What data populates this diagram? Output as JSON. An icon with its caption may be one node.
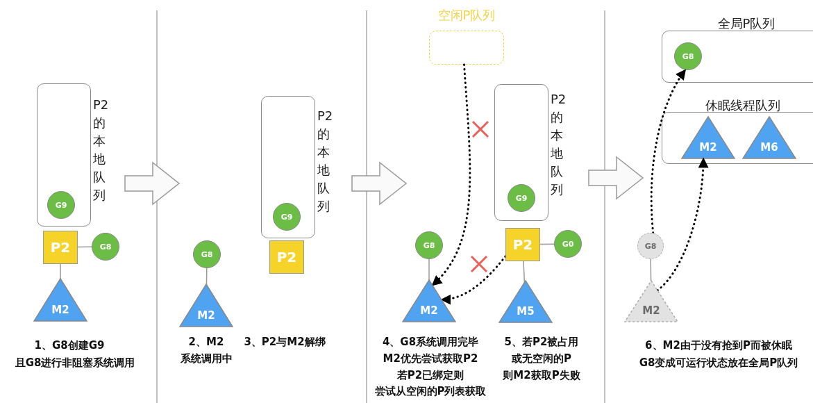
{
  "diagram": {
    "nodes": [
      {
        "text": [
          "P2的本地队列"
        ]
      },
      {
        "text": [
          "G9"
        ],
        "in": 0
      },
      {
        "text": [
          "P2"
        ]
      },
      {
        "text": [
          "G8"
        ]
      },
      {
        "text": [
          "M2"
        ]
      },
      {
        "text": [
          "G8"
        ]
      },
      {
        "text": [
          "M2"
        ]
      },
      {
        "text": [
          "P2的本地队列"
        ]
      },
      {
        "text": [
          "G9"
        ],
        "in": 7
      },
      {
        "text": [
          "P2"
        ]
      },
      {
        "text": [
          "空闲P队列"
        ]
      },
      {
        "text": [
          "G8"
        ]
      },
      {
        "text": [
          "M2"
        ]
      },
      {
        "text": [
          "P2的本地队列"
        ]
      },
      {
        "text": [
          "G9"
        ],
        "in": 13
      },
      {
        "text": [
          "P2"
        ]
      },
      {
        "text": [
          "G0"
        ]
      },
      {
        "text": [
          "M5"
        ]
      },
      {
        "text": [
          "全局P队列"
        ]
      },
      {
        "text": [
          "G8"
        ],
        "in": 18
      },
      {
        "text": [
          "休眠线程队列"
        ]
      },
      {
        "text": [
          "M2"
        ],
        "in": 20
      },
      {
        "text": [
          "M6"
        ],
        "in": 20
      },
      {
        "text": [
          "G8"
        ]
      },
      {
        "text": [
          "M2"
        ]
      }
    ],
    "edges": [
      {
        "from": 2,
        "to": 3,
        "arrow": "none"
      },
      {
        "from": 2,
        "to": 4,
        "arrow": "none"
      },
      {
        "from": 5,
        "to": 6,
        "arrow": "none"
      },
      {
        "from": 11,
        "to": 12,
        "arrow": "none"
      },
      {
        "from": 15,
        "to": 16,
        "arrow": "none"
      },
      {
        "from": 15,
        "to": 17,
        "arrow": "none"
      },
      {
        "from": 10,
        "to": 12,
        "arrow": "to",
        "style": "dashed",
        "color": "#000000"
      },
      {
        "from": 15,
        "to": 12,
        "arrow": "to",
        "style": "dashed",
        "color": "#000000"
      },
      {
        "from": 23,
        "to": 24,
        "arrow": "none"
      },
      {
        "from": 23,
        "to": 19,
        "arrow": "to",
        "style": "dashed",
        "color": "#000000"
      },
      {
        "from": 24,
        "to": 21,
        "arrow": "to",
        "style": "dashed",
        "color": "#000000"
      }
    ],
    "labels": [
      "1、G8创建G9",
      "且G8进行非阻塞系统调用",
      "2、M2",
      "系统调用中",
      "3、P2与M2解绑",
      "4、G8系统调用完毕",
      "M2优先尝试获取P2",
      "若P2已绑定则",
      "尝试从空闲的P列表获取",
      "5、若P2被占用",
      "或无空闲的P",
      "则M2获取P失败",
      "6、M2由于没有抢到P而被休眠",
      "G8变成可运行状态放在全局P队列"
    ]
  }
}
